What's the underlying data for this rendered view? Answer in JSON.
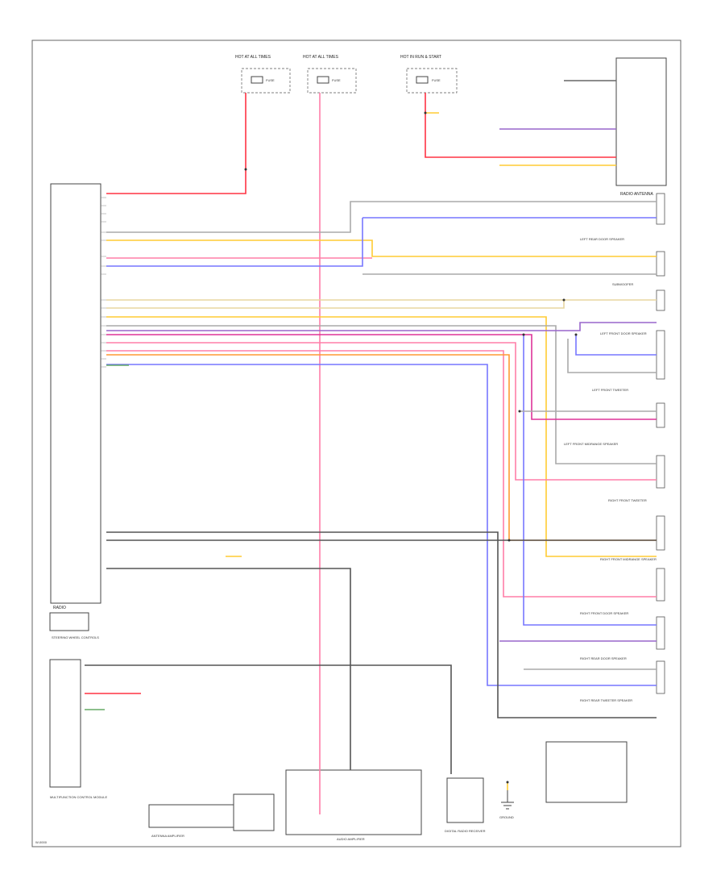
{
  "diagram": {
    "top_fuse_blocks": [
      "HOT AT ALL TIMES",
      "HOT AT ALL TIMES",
      "HOT IN RUN & START"
    ],
    "fuse_labels": [
      "FUSE",
      "FUSE",
      "FUSE"
    ],
    "components": [
      "RADIO",
      "LEFT REAR DOOR SPEAKER",
      "SUBWOOFER",
      "LEFT FRONT DOOR SPEAKER",
      "LEFT FRONT TWEETER",
      "LEFT FRONT MIDRANGE SPEAKER",
      "RIGHT FRONT TWEETER",
      "RIGHT FRONT MIDRANGE SPEAKER",
      "RIGHT FRONT DOOR SPEAKER",
      "RIGHT REAR DOOR SPEAKER",
      "RIGHT REAR TWEETER SPEAKER",
      "RADIO ANTENNA",
      "STEERING WHEEL CONTROLS",
      "MULTIFUNCTION CONTROL MODULE",
      "ANTENNA AMPLIFIER",
      "DIGITAL RADIO RECEIVER",
      "AUDIO AMPLIFIER",
      "GROUND"
    ],
    "footer_code": "W-0000"
  }
}
